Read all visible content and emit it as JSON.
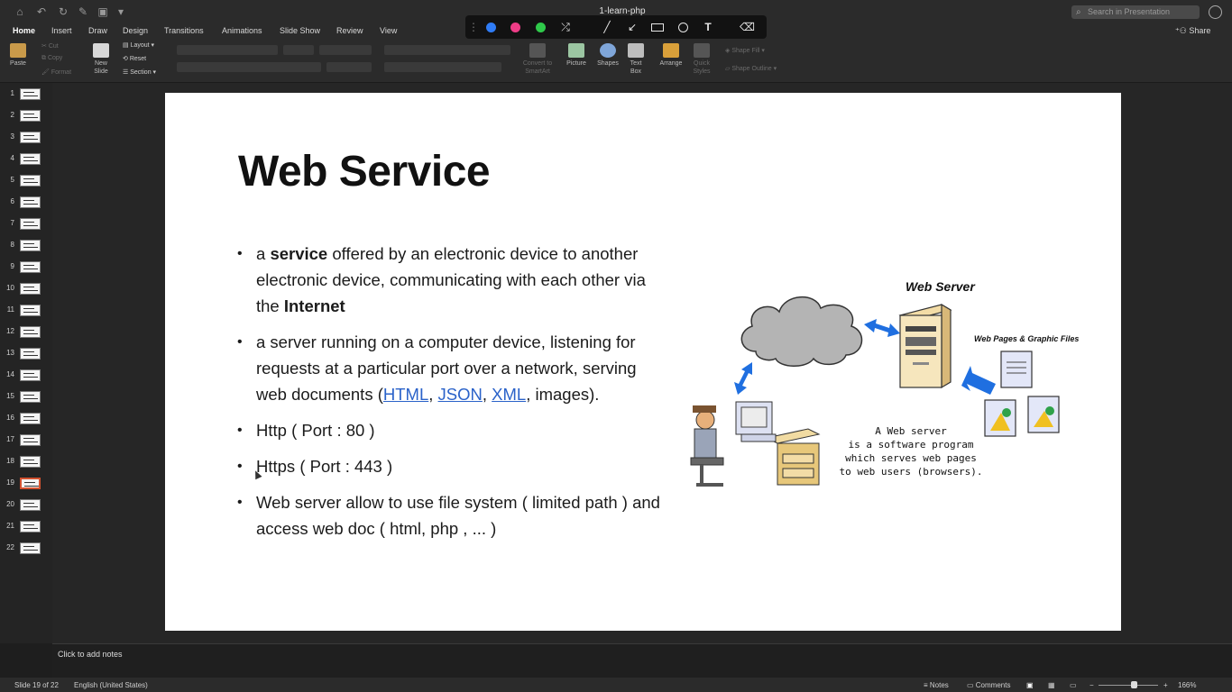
{
  "window": {
    "title": "1-learn-php"
  },
  "search": {
    "placeholder": "Search in Presentation"
  },
  "annotation_toolbar": {
    "colors": [
      "#2f7cf6",
      "#ee3d87",
      "#2fc94a"
    ],
    "tools": [
      "shuffle-icon",
      "pen-icon",
      "arrow-icon",
      "rectangle-icon",
      "ellipse-icon",
      "text-icon",
      "eraser-icon"
    ],
    "text_tool_label": "T"
  },
  "tabs": [
    "Home",
    "Insert",
    "Draw",
    "Design",
    "Transitions",
    "Animations",
    "Slide Show",
    "Review",
    "View"
  ],
  "share_label": "Share",
  "ribbon": {
    "paste": "Paste",
    "cut": "Cut",
    "copy": "Copy",
    "format": "Format",
    "new_slide": "New\nSlide",
    "layout": "Layout",
    "reset": "Reset",
    "section": "Section",
    "convert_smartart": "Convert to\nSmartArt",
    "picture": "Picture",
    "shapes": "Shapes",
    "text_box": "Text\nBox",
    "arrange": "Arrange",
    "quick_styles": "Quick\nStyles",
    "shape_fill": "Shape Fill",
    "shape_outline": "Shape Outline"
  },
  "thumbnails": {
    "numbers": [
      "1",
      "2",
      "3",
      "4",
      "5",
      "6",
      "7",
      "8",
      "9",
      "10",
      "11",
      "12",
      "13",
      "14",
      "15",
      "16",
      "17",
      "18",
      "19",
      "20",
      "21",
      "22"
    ],
    "active": "19"
  },
  "slide": {
    "title": "Web Service",
    "bullet1": {
      "pre": "a ",
      "bold1": "service",
      "mid": " offered by an electronic device to another electronic device, communicating with each other via the ",
      "bold2": "Internet"
    },
    "bullet2": {
      "pre": "a server running on a computer device, listening for requests at a particular port over a network, serving web documents (",
      "link1": "HTML",
      "sep1": ", ",
      "link2": "JSON",
      "sep2": ", ",
      "link3": "XML",
      "post": ", images)."
    },
    "bullet3": "Http ( Port : 80 )",
    "bullet4": "Https ( Port : 443 )",
    "bullet5": "Web server allow to use file system ( limited path ) and access web doc ( html, php , ... )",
    "diagram": {
      "server_label": "Web Server",
      "files_label": "Web Pages & Graphic Files",
      "caption": [
        "A Web server",
        "is a software program",
        "which serves web pages",
        "to web users (browsers)."
      ]
    }
  },
  "notes_placeholder": "Click to add notes",
  "status": {
    "slide_counter": "Slide 19 of 22",
    "language": "English (United States)",
    "notes": "Notes",
    "comments": "Comments",
    "zoom": "166%"
  }
}
